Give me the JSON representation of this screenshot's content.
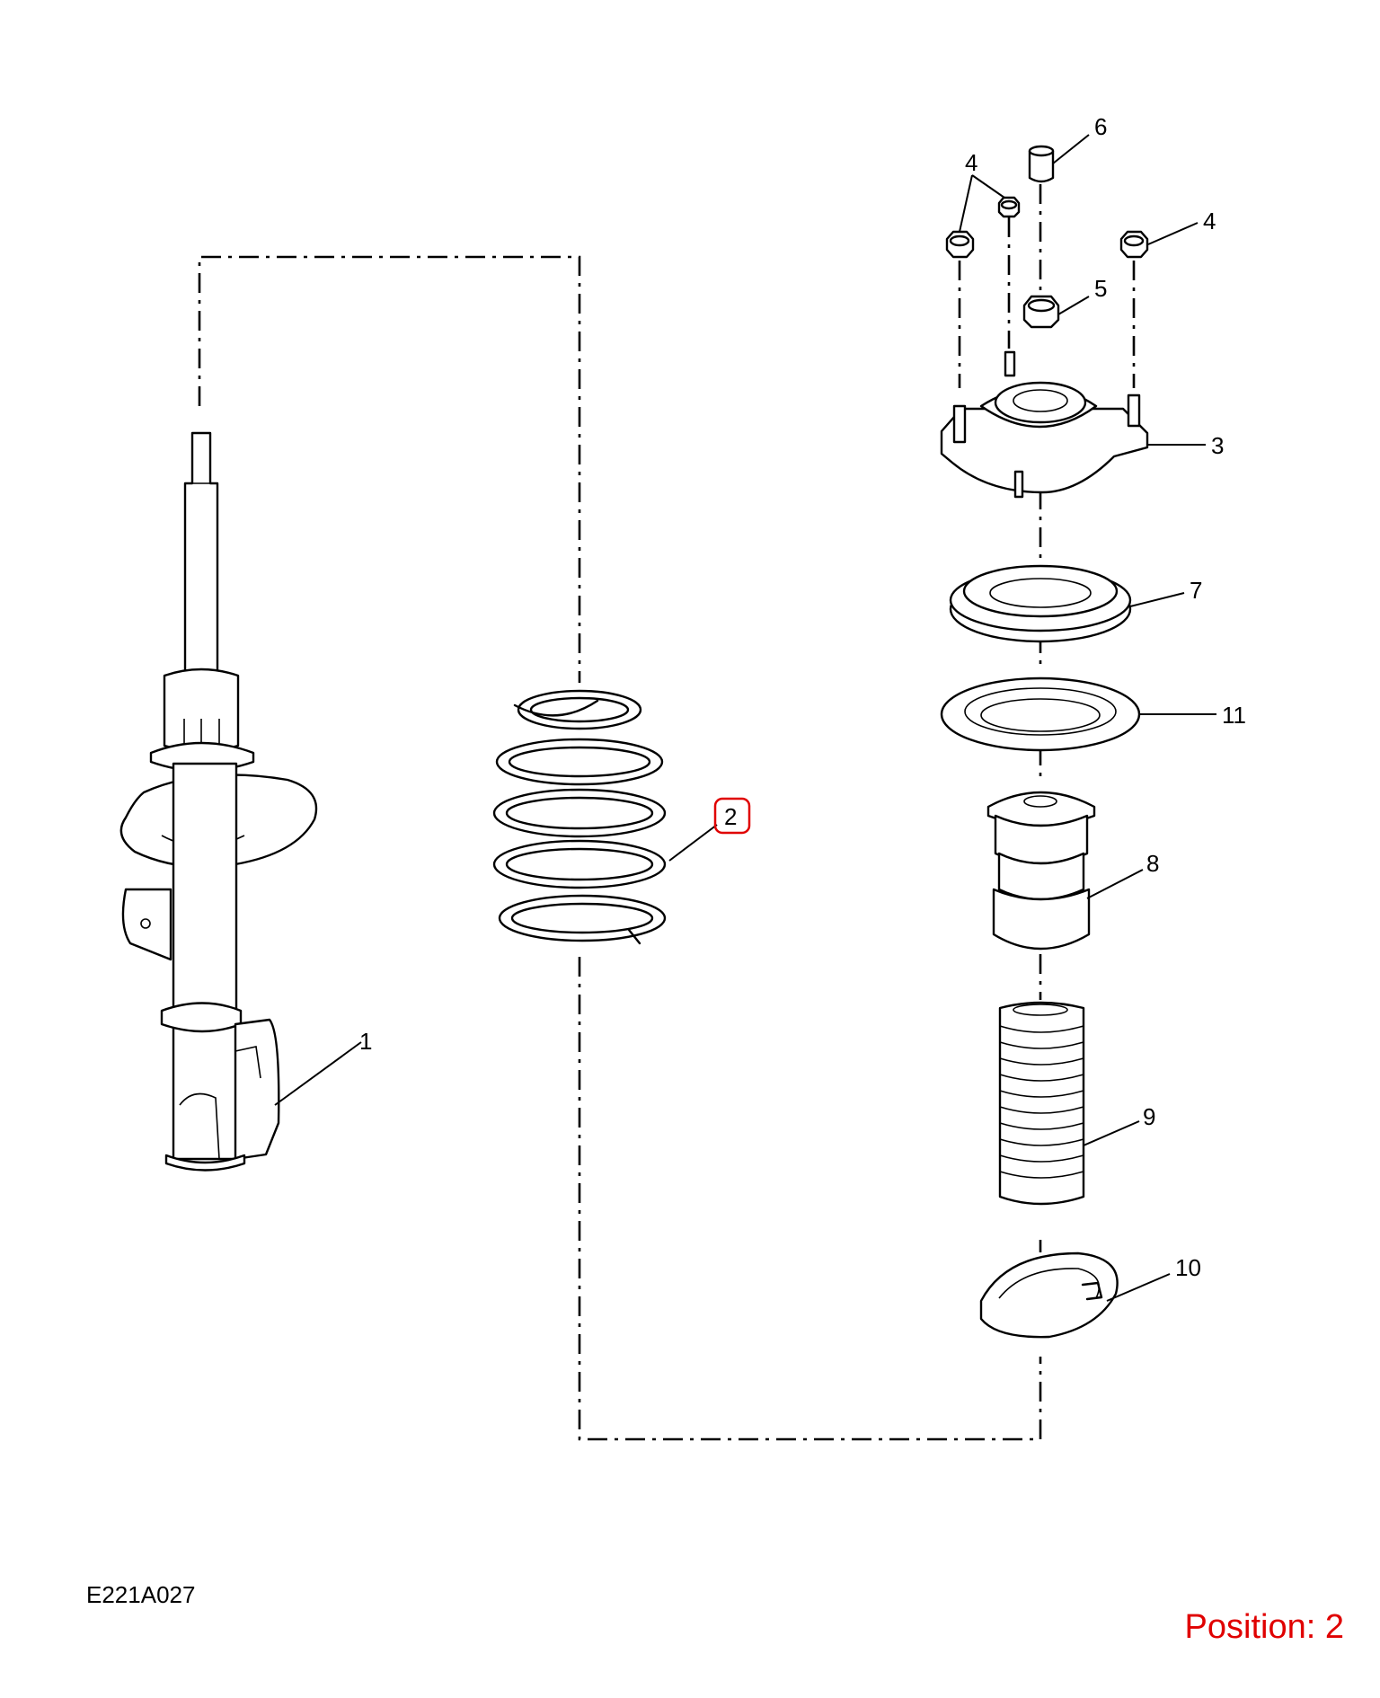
{
  "diagram_code": "E221A027",
  "position": {
    "label": "Position: 2",
    "value": 2,
    "color": "#e00000"
  },
  "highlight_color": "#e00000",
  "callouts": [
    "1",
    "2",
    "3",
    "4",
    "4",
    "4",
    "5",
    "6",
    "7",
    "8",
    "9",
    "10",
    "11"
  ]
}
